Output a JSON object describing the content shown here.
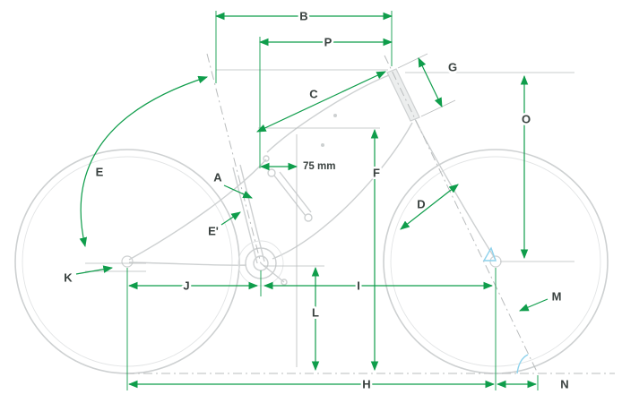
{
  "diagram": {
    "type": "bike-frame-geometry-diagram",
    "labels": {
      "a": "A",
      "b": "B",
      "c": "C",
      "d": "D",
      "e": "E",
      "e_prime": "E'",
      "f": "F",
      "g": "G",
      "h": "H",
      "i": "I",
      "j": "J",
      "k": "K",
      "l": "L",
      "m": "M",
      "n": "N",
      "o": "O",
      "p": "P",
      "seat_offset": "75 mm"
    },
    "colors": {
      "dimension": "#0f9d4b",
      "frame": "#cdd0d1",
      "axis": "#b9bcbd",
      "highlight": "#8ed2ec",
      "label": "#39413f",
      "background": "#ffffff"
    }
  }
}
